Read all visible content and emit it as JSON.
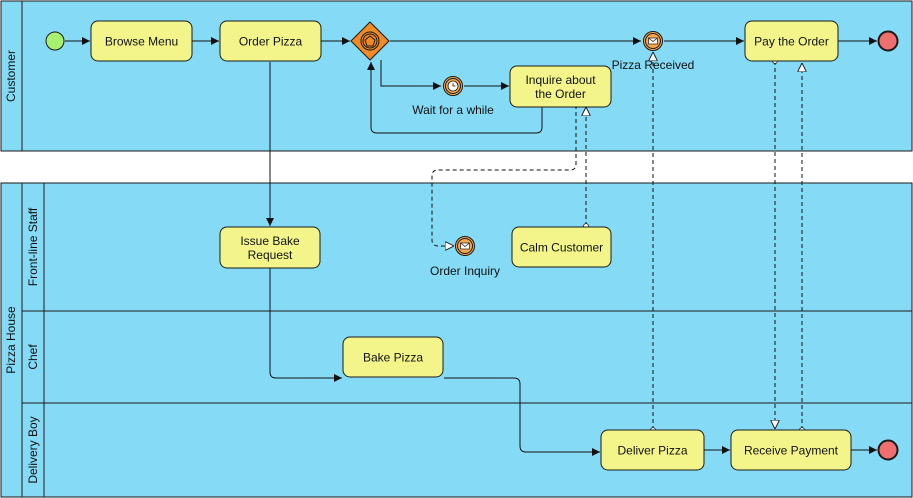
{
  "pools": {
    "customer": "Customer",
    "pizza_house": "Pizza House"
  },
  "lanes": {
    "front_line": "Front-line Staff",
    "chef": "Chef",
    "delivery": "Delivery Boy"
  },
  "tasks": {
    "browse_menu": "Browse Menu",
    "order_pizza": "Order Pizza",
    "pay_order": "Pay the Order",
    "inquire_1": "Inquire about",
    "inquire_2": "the Order",
    "issue_1": "Issue Bake",
    "issue_2": "Request",
    "calm": "Calm Customer",
    "bake": "Bake Pizza",
    "deliver": "Deliver Pizza",
    "receive": "Receive Payment"
  },
  "events": {
    "wait": "Wait for a while",
    "pizza_received": "Pizza Received",
    "order_inquiry": "Order Inquiry"
  },
  "colors": {
    "pool_fill": "#85dbf5",
    "task_fill": "#f3f58a",
    "start_fill": "#a8f070",
    "end_fill": "#ef6f6f",
    "gateway_fill": "#f08a24",
    "event_fill": "#f7a84d"
  }
}
